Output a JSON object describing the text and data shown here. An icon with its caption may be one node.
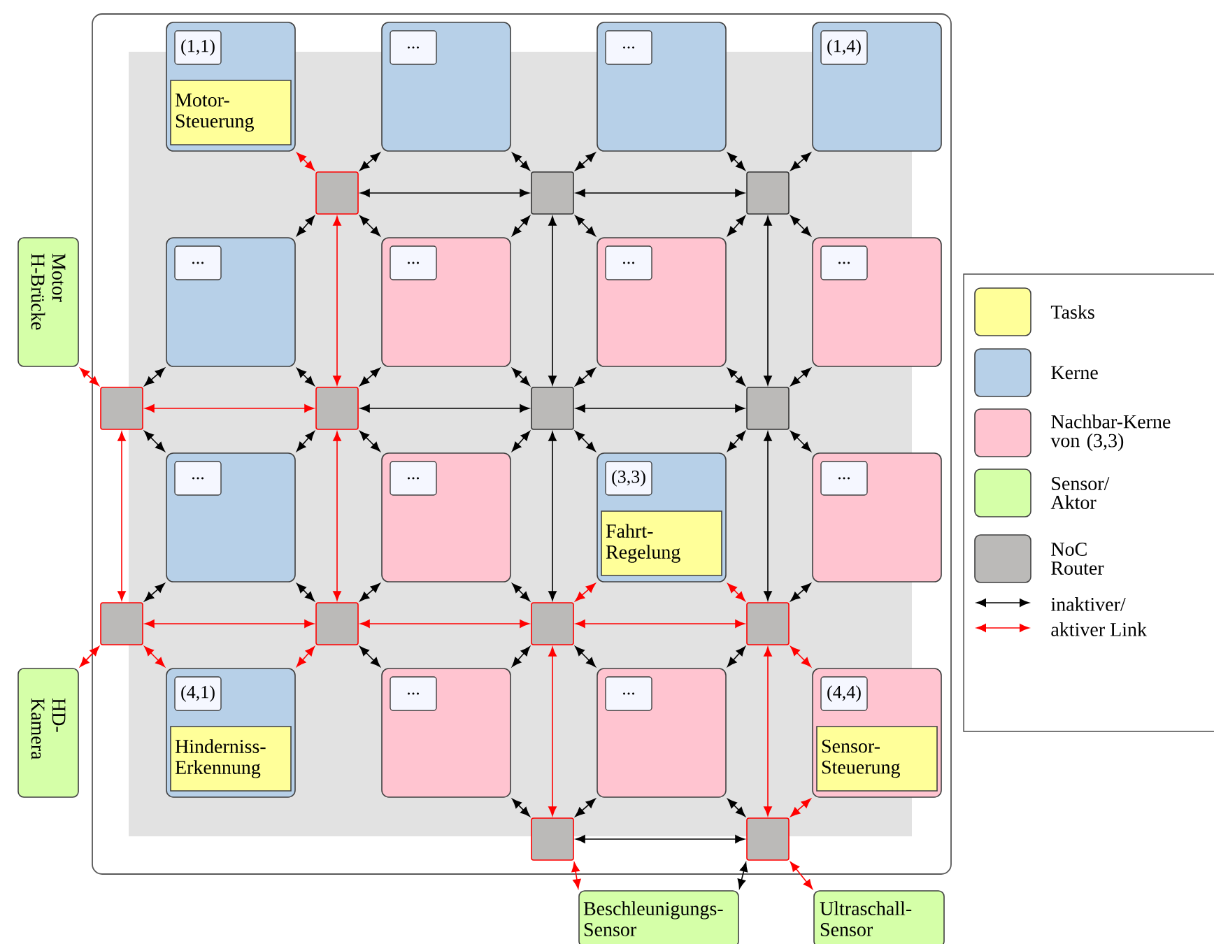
{
  "diagram": {
    "nodes": [
      {
        "text": [],
        "shape": "box"
      },
      {
        "text": [],
        "shape": "box",
        "in": 0
      },
      {
        "text": [
          "(1,1)"
        ],
        "in": 1
      },
      {
        "text": [
          "Motor-Steuerung"
        ],
        "in": 1
      },
      {
        "text": [],
        "shape": "box",
        "in": 0
      },
      {
        "text": [
          "..."
        ],
        "in": 4
      },
      {
        "text": [],
        "shape": "box",
        "in": 0
      },
      {
        "text": [
          "..."
        ],
        "in": 6
      },
      {
        "text": [],
        "shape": "box",
        "in": 0
      },
      {
        "text": [
          "(1,4)"
        ],
        "in": 8
      },
      {
        "text": [],
        "shape": "box",
        "in": 0
      },
      {
        "text": [
          "..."
        ],
        "in": 10
      },
      {
        "text": [],
        "shape": "box",
        "in": 0
      },
      {
        "text": [
          "..."
        ],
        "in": 12
      },
      {
        "text": [],
        "shape": "box",
        "in": 0
      },
      {
        "text": [
          "..."
        ],
        "in": 14
      },
      {
        "text": [],
        "shape": "box",
        "in": 0
      },
      {
        "text": [
          "..."
        ],
        "in": 16
      },
      {
        "text": [],
        "shape": "box",
        "in": 0
      },
      {
        "text": [
          "..."
        ],
        "in": 18
      },
      {
        "text": [],
        "shape": "box",
        "in": 0
      },
      {
        "text": [
          "..."
        ],
        "in": 20
      },
      {
        "text": [],
        "shape": "box",
        "in": 0
      },
      {
        "text": [
          "(3,3)"
        ],
        "in": 22
      },
      {
        "text": [
          "Fahrt-Regelung"
        ],
        "in": 22
      },
      {
        "text": [],
        "shape": "box",
        "in": 0
      },
      {
        "text": [
          "..."
        ],
        "in": 25
      },
      {
        "text": [],
        "shape": "box",
        "in": 0
      },
      {
        "text": [
          "(4,1)"
        ],
        "in": 27
      },
      {
        "text": [
          "Hinderniss-Erkennung"
        ],
        "in": 27
      },
      {
        "text": [],
        "shape": "box",
        "in": 0
      },
      {
        "text": [
          "..."
        ],
        "in": 30
      },
      {
        "text": [],
        "shape": "box",
        "in": 0
      },
      {
        "text": [
          "..."
        ],
        "in": 32
      },
      {
        "text": [],
        "shape": "box",
        "in": 0
      },
      {
        "text": [
          "(4,4)"
        ],
        "in": 34
      },
      {
        "text": [
          "Sensor-Steuerung"
        ],
        "in": 34
      },
      {
        "text": [],
        "shape": "box",
        "in": 0
      },
      {
        "text": [],
        "shape": "box",
        "in": 0
      },
      {
        "text": [],
        "shape": "box",
        "in": 0
      },
      {
        "text": [],
        "shape": "box",
        "in": 0
      },
      {
        "text": [],
        "shape": "box",
        "in": 0
      },
      {
        "text": [],
        "shape": "box",
        "in": 0
      },
      {
        "text": [],
        "shape": "box",
        "in": 0
      },
      {
        "text": [],
        "shape": "box",
        "in": 0
      },
      {
        "text": [],
        "shape": "box",
        "in": 0
      },
      {
        "text": [],
        "shape": "box",
        "in": 0
      },
      {
        "text": [],
        "shape": "box",
        "in": 0
      },
      {
        "text": [],
        "shape": "box",
        "in": 0
      },
      {
        "text": [],
        "shape": "box",
        "in": 0
      },
      {
        "text": [
          "Motor H-Brücke"
        ]
      },
      {
        "text": [
          "HD-Kamera"
        ]
      },
      {
        "text": [
          "Beschleunigungs-Sensor"
        ]
      },
      {
        "text": [
          "Ultraschall-Sensor"
        ]
      }
    ],
    "edges": [
      {
        "from": 37,
        "to": 38,
        "arrow": "both"
      },
      {
        "from": 38,
        "to": 39,
        "arrow": "both"
      },
      {
        "from": 37,
        "to": 41,
        "arrow": "both",
        "color": "#ff0000"
      },
      {
        "from": 38,
        "to": 42,
        "arrow": "both"
      },
      {
        "from": 39,
        "to": 43,
        "arrow": "both"
      },
      {
        "from": 40,
        "to": 41,
        "arrow": "both",
        "color": "#ff0000"
      },
      {
        "from": 41,
        "to": 42,
        "arrow": "both"
      },
      {
        "from": 42,
        "to": 43,
        "arrow": "both"
      },
      {
        "from": 40,
        "to": 44,
        "arrow": "both",
        "color": "#ff0000"
      },
      {
        "from": 41,
        "to": 45,
        "arrow": "both",
        "color": "#ff0000"
      },
      {
        "from": 42,
        "to": 46,
        "arrow": "both"
      },
      {
        "from": 43,
        "to": 47,
        "arrow": "both"
      },
      {
        "from": 44,
        "to": 45,
        "arrow": "both",
        "color": "#ff0000"
      },
      {
        "from": 45,
        "to": 46,
        "arrow": "both",
        "color": "#ff0000"
      },
      {
        "from": 46,
        "to": 47,
        "arrow": "both",
        "color": "#ff0000"
      },
      {
        "from": 46,
        "to": 48,
        "arrow": "both",
        "color": "#ff0000"
      },
      {
        "from": 47,
        "to": 49,
        "arrow": "both",
        "color": "#ff0000"
      },
      {
        "from": 48,
        "to": 49,
        "arrow": "both"
      },
      {
        "from": 37,
        "to": 1,
        "arrow": "both",
        "color": "#ff0000"
      },
      {
        "from": 37,
        "to": 4,
        "arrow": "both"
      },
      {
        "from": 37,
        "to": 10,
        "arrow": "both"
      },
      {
        "from": 37,
        "to": 12,
        "arrow": "both"
      },
      {
        "from": 38,
        "to": 4,
        "arrow": "both"
      },
      {
        "from": 38,
        "to": 6,
        "arrow": "both"
      },
      {
        "from": 38,
        "to": 12,
        "arrow": "both"
      },
      {
        "from": 38,
        "to": 14,
        "arrow": "both"
      },
      {
        "from": 39,
        "to": 6,
        "arrow": "both"
      },
      {
        "from": 39,
        "to": 8,
        "arrow": "both"
      },
      {
        "from": 39,
        "to": 14,
        "arrow": "both"
      },
      {
        "from": 39,
        "to": 16,
        "arrow": "both"
      },
      {
        "from": 40,
        "to": 50,
        "arrow": "both",
        "color": "#ff0000"
      },
      {
        "from": 40,
        "to": 10,
        "arrow": "both"
      },
      {
        "from": 40,
        "to": 18,
        "arrow": "both"
      },
      {
        "from": 41,
        "to": 10,
        "arrow": "both"
      },
      {
        "from": 41,
        "to": 12,
        "arrow": "both"
      },
      {
        "from": 41,
        "to": 18,
        "arrow": "both"
      },
      {
        "from": 41,
        "to": 20,
        "arrow": "both"
      },
      {
        "from": 42,
        "to": 12,
        "arrow": "both"
      },
      {
        "from": 42,
        "to": 14,
        "arrow": "both"
      },
      {
        "from": 42,
        "to": 20,
        "arrow": "both"
      },
      {
        "from": 42,
        "to": 22,
        "arrow": "both"
      },
      {
        "from": 43,
        "to": 14,
        "arrow": "both"
      },
      {
        "from": 43,
        "to": 16,
        "arrow": "both"
      },
      {
        "from": 43,
        "to": 22,
        "arrow": "both"
      },
      {
        "from": 43,
        "to": 25,
        "arrow": "both"
      },
      {
        "from": 44,
        "to": 18,
        "arrow": "both"
      },
      {
        "from": 44,
        "to": 51,
        "arrow": "both",
        "color": "#ff0000"
      },
      {
        "from": 44,
        "to": 27,
        "arrow": "both",
        "color": "#ff0000"
      },
      {
        "from": 45,
        "to": 18,
        "arrow": "both"
      },
      {
        "from": 45,
        "to": 20,
        "arrow": "both"
      },
      {
        "from": 45,
        "to": 27,
        "arrow": "both",
        "color": "#ff0000"
      },
      {
        "from": 45,
        "to": 30,
        "arrow": "both"
      },
      {
        "from": 46,
        "to": 20,
        "arrow": "both"
      },
      {
        "from": 46,
        "to": 22,
        "arrow": "both",
        "color": "#ff0000"
      },
      {
        "from": 46,
        "to": 30,
        "arrow": "both"
      },
      {
        "from": 46,
        "to": 32,
        "arrow": "both"
      },
      {
        "from": 47,
        "to": 22,
        "arrow": "both",
        "color": "#ff0000"
      },
      {
        "from": 47,
        "to": 25,
        "arrow": "both"
      },
      {
        "from": 47,
        "to": 32,
        "arrow": "both"
      },
      {
        "from": 47,
        "to": 34,
        "arrow": "both",
        "color": "#ff0000"
      },
      {
        "from": 48,
        "to": 30,
        "arrow": "both"
      },
      {
        "from": 48,
        "to": 32,
        "arrow": "both"
      },
      {
        "from": 48,
        "to": 52,
        "arrow": "both",
        "color": "#ff0000"
      },
      {
        "from": 49,
        "to": 32,
        "arrow": "both"
      },
      {
        "from": 49,
        "to": 34,
        "arrow": "both",
        "color": "#ff0000"
      },
      {
        "from": 49,
        "to": 52,
        "arrow": "both"
      },
      {
        "from": 49,
        "to": 53,
        "arrow": "both",
        "color": "#ff0000"
      }
    ],
    "legend": [
      {
        "text": "Tasks",
        "color": "#ffff99"
      },
      {
        "text": "Kerne",
        "color": "#b7d0e8"
      },
      {
        "text": "Nachbar-Kerne von (3,3)",
        "color": "#ffc4d0"
      },
      {
        "text": "Sensor/ Aktor",
        "color": "#d5ffa8"
      },
      {
        "text": "NoC Router",
        "color": "#bbbab8"
      },
      {
        "text": "inaktiver/"
      },
      {
        "text": "aktiver Link"
      }
    ]
  }
}
